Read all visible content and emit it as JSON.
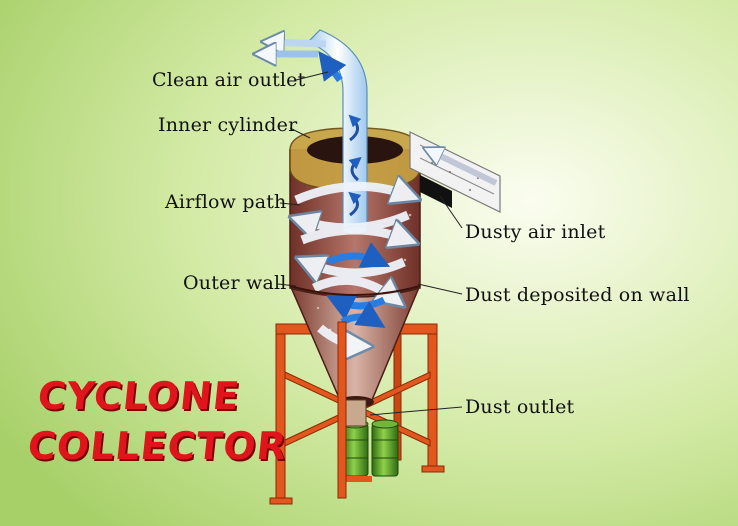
{
  "title": {
    "line1": "CYCLONE",
    "line2": "COLLECTOR"
  },
  "labels": {
    "clean_air_outlet": "Clean air outlet",
    "inner_cylinder": "Inner cylinder",
    "airflow_path": "Airflow path",
    "outer_wall": "Outer wall",
    "dusty_air_inlet": "Dusty air inlet",
    "dust_deposited_on_wall": "Dust deposited on wall",
    "dust_outlet": "Dust outlet"
  },
  "colors": {
    "background_light": "#f6fbe8",
    "background_dark": "#a8d26a",
    "shell": "#8b4a3e",
    "frame": "#e2571d",
    "airflow_clean": "#2a7de0",
    "airflow_dusty": "#e8eef5",
    "drum": "#4f9a25",
    "title": "#e0141b"
  }
}
